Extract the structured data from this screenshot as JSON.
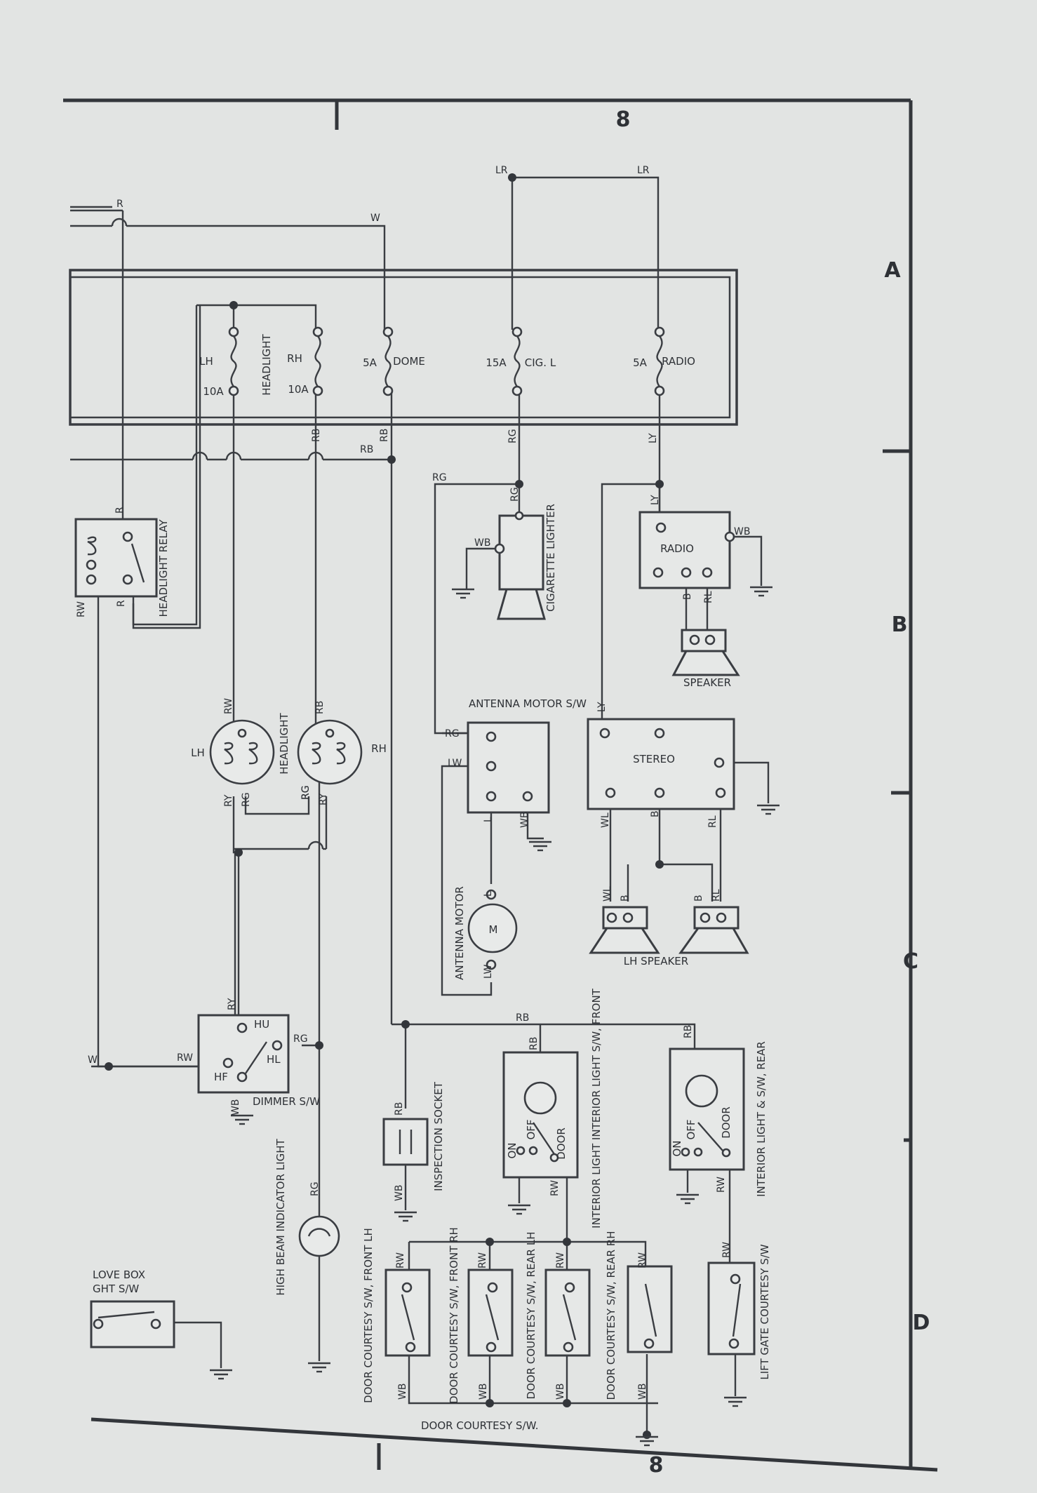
{
  "sheet": {
    "number_top": "8",
    "number_bottom": "8",
    "zones": [
      "A",
      "B",
      "C",
      "D"
    ]
  },
  "wire_colors": [
    "LR",
    "LR",
    "R",
    "W",
    "RW",
    "RB",
    "RB",
    "RB",
    "RG",
    "LY",
    "RG",
    "RG",
    "LY",
    "WB",
    "B",
    "RL",
    "LY",
    "WB",
    "RG",
    "LW",
    "L",
    "WB",
    "L",
    "LW",
    "WL",
    "B",
    "RL",
    "WL",
    "B",
    "B",
    "RL",
    "RW",
    "RB",
    "RG",
    "RY",
    "RG",
    "RG",
    "RY",
    "RY",
    "W",
    "RW",
    "RG",
    "WB",
    "RB",
    "WB",
    "RG",
    "RB",
    "RB",
    "RW",
    "RB",
    "RW",
    "RW",
    "RW",
    "RW",
    "RW",
    "RW",
    "WB",
    "WB",
    "WB",
    "WB",
    "R",
    "R"
  ],
  "fuses": {
    "lh": "LH",
    "rh": "RH",
    "lh_amp": "10A",
    "rh_amp": "10A",
    "headlight": "HEADLIGHT",
    "dome_amp": "5A",
    "dome": "DOME",
    "cig_amp": "15A",
    "cig": "CIG. L",
    "radio_amp": "5A",
    "radio": "RADIO"
  },
  "labels": {
    "headlight_relay": "HEADLIGHT RELAY",
    "cigarette_lighter": "CIGARETTE LIGHTER",
    "radio": "RADIO",
    "speaker": "SPEAKER",
    "antenna_motor_sw": "ANTENNA MOTOR S/W",
    "stereo": "STEREO",
    "headlight": "HEADLIGHT",
    "lh": "LH",
    "rh": "RH",
    "antenna_motor": "ANTENNA MOTOR",
    "m": "M",
    "lh_speaker": "LH   SPEAKER",
    "dimmer_sw": "DIMMER S/W",
    "hu": "HU",
    "hl": "HL",
    "hf": "HF",
    "inspection_socket": "INSPECTION SOCKET",
    "interior_front": "INTERIOR LIGHT INTERIOR LIGHT S/W, FRONT",
    "interior_rear": "INTERIOR LIGHT & S/W, REAR",
    "on": "ON",
    "off": "OFF",
    "door": "DOOR",
    "high_beam": "HIGH BEAM INDICATOR LIGHT",
    "glove_box": "LOVE BOX GHT S/W",
    "dc_front_lh": "DOOR COURTESY S/W, FRONT  LH",
    "dc_front_rh": "DOOR COURTESY S/W, FRONT  RH",
    "dc_rear_lh": "DOOR COURTESY S/W, REAR  LH",
    "dc_rear_rh": "DOOR COURTESY S/W, REAR  RH",
    "lift_gate": "LIFT GATE COURTESY S/W",
    "door_courtesy": "DOOR COURTESY S/W."
  }
}
